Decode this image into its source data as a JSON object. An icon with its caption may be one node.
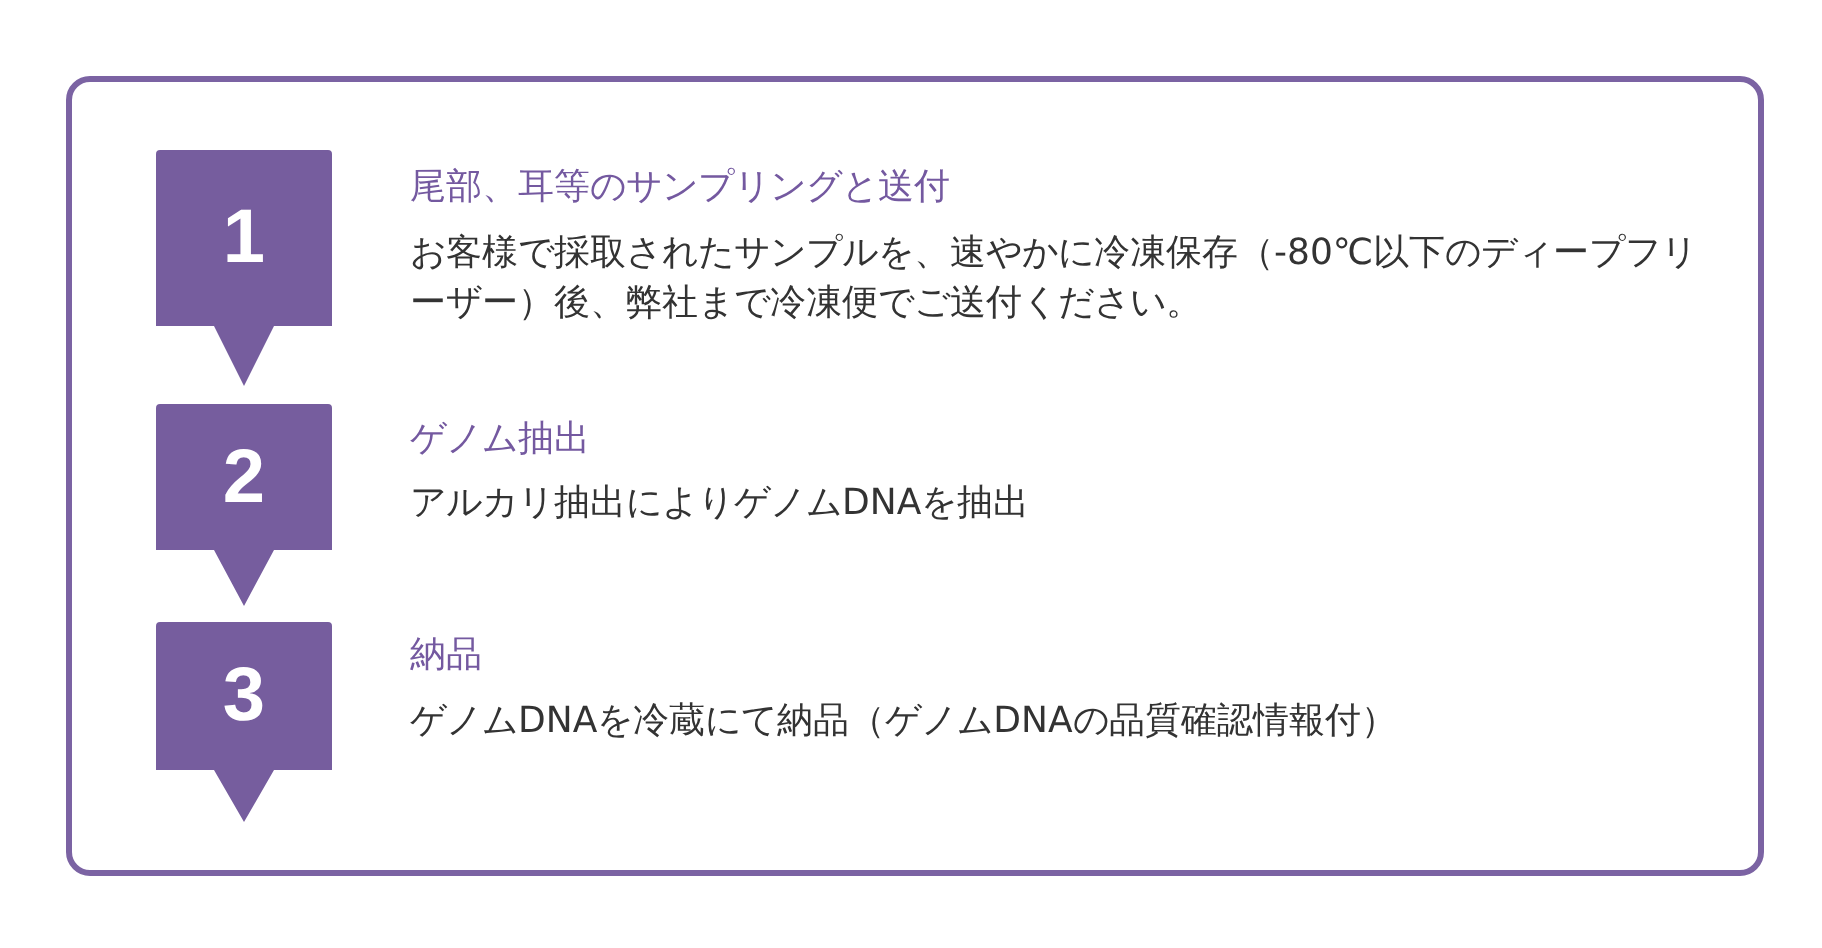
{
  "diagram": {
    "nodes": [
      {
        "text": [
          "1"
        ],
        "beside": [
          "尾部、耳等のサンプリングと送付",
          "お客様で採取されたサンプルを、速やかに冷凍保存（-80℃以下のディープフリーザー）後、弊社まで冷凍便でご送付ください。"
        ]
      },
      {
        "text": [
          "2"
        ],
        "beside": [
          "ゲノム抽出",
          "アルカリ抽出によりゲノムDNAを抽出"
        ]
      },
      {
        "text": [
          "3"
        ],
        "beside": [
          "納品",
          "ゲノムDNAを冷蔵にて納品（ゲノムDNAの品質確認情報付）"
        ]
      }
    ]
  }
}
